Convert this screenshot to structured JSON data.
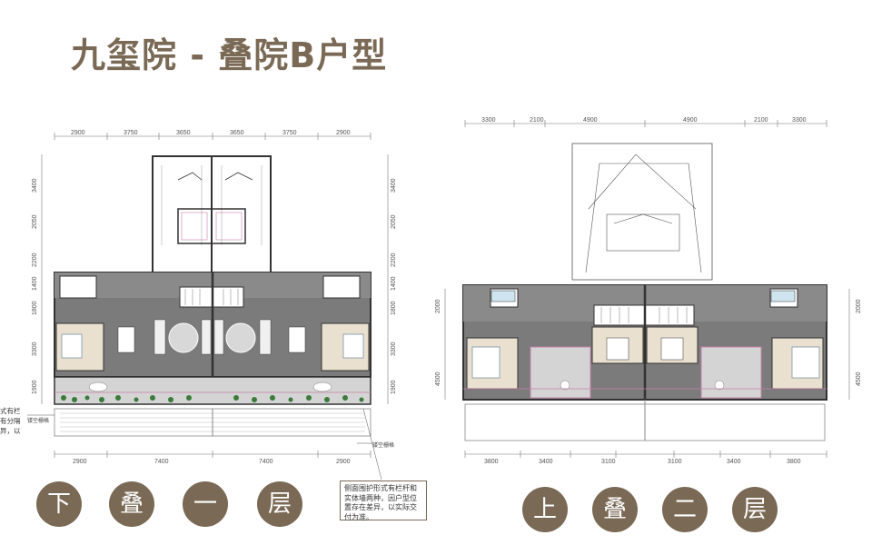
{
  "title": "九玺院 - 叠院B户型",
  "colors": {
    "title": "#7a6a55",
    "badge": "#7a6a55",
    "floor": "#7b7b7b",
    "terrace": "#d4d4d4",
    "wall": "#333333",
    "accent_line": "#c97fa8",
    "bedroom_floor": "#e9e0cf"
  },
  "lower_plan": {
    "top_dims": [
      "2900",
      "3750",
      "3650",
      "3650",
      "3750",
      "2900"
    ],
    "bottom_dims": [
      "2900",
      "7400",
      "7400",
      "2900"
    ],
    "left_dims": [
      "3400",
      "2050",
      "2200",
      "1400",
      "1800",
      "3300",
      "1900"
    ],
    "right_dims": [
      "3400",
      "2050",
      "2200",
      "1400",
      "1800",
      "3300",
      "1900"
    ],
    "callout": "镂空栅格",
    "callout2": "镂空栅格",
    "left_note": [
      "式有栏杆",
      "有分隔",
      "异，以"
    ],
    "badges": [
      "下",
      "叠",
      "一",
      "层"
    ]
  },
  "upper_plan": {
    "top_dims": [
      "3300",
      "2100",
      "4900",
      "4900",
      "2100",
      "3300"
    ],
    "bottom_dims": [
      "3800",
      "3400",
      "3100",
      "3100",
      "3400",
      "3800"
    ],
    "left_dims": [
      "2000",
      "4500"
    ],
    "right_dims": [
      "2000",
      "4500"
    ],
    "badges": [
      "上",
      "叠",
      "二",
      "层"
    ]
  },
  "note_box": "侧面围护形式有栏杆和实体墙两种，因户型位置存在差异，以实际交付为准。"
}
